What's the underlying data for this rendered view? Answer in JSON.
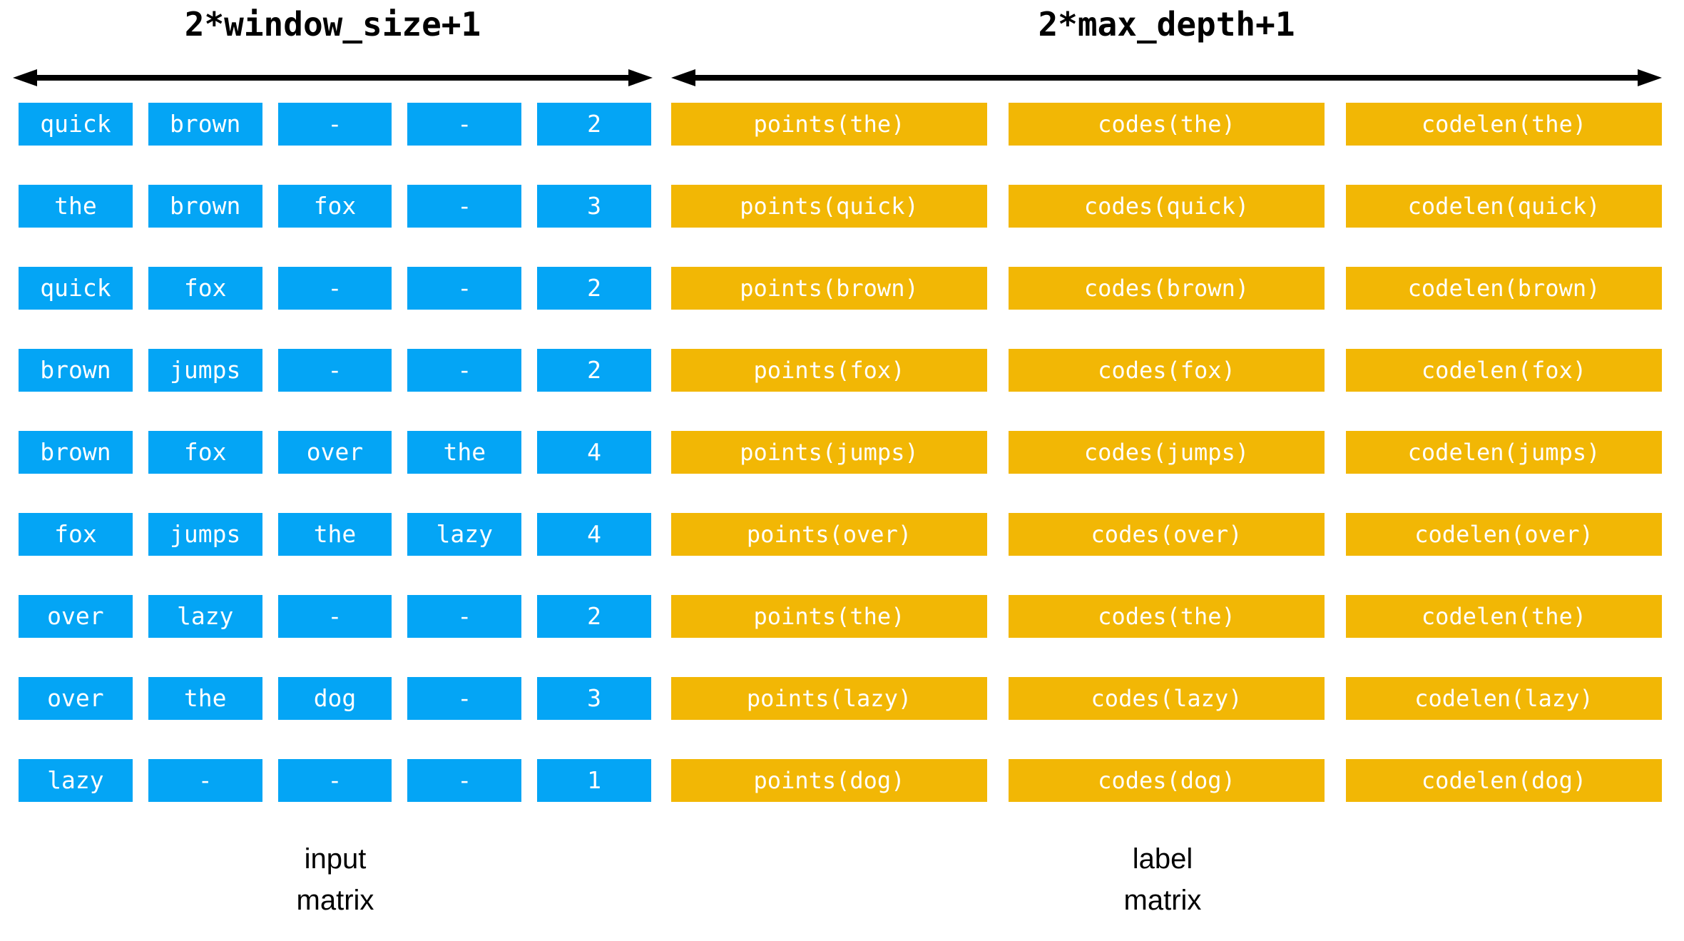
{
  "headers": {
    "left": "2*window_size+1",
    "right": "2*max_depth+1"
  },
  "captions": {
    "input_line1": "input",
    "input_line2": "matrix",
    "label_line1": "label",
    "label_line2": "matrix"
  },
  "colors": {
    "input_cell": "#04A5F5",
    "label_cell": "#F2B705",
    "text_on_cell": "#FFFFFF",
    "arrow": "#000000",
    "background": "#FFFFFF"
  },
  "input_matrix": {
    "columns": 5,
    "rows": [
      [
        "quick",
        "brown",
        "-",
        "-",
        "2"
      ],
      [
        "the",
        "brown",
        "fox",
        "-",
        "3"
      ],
      [
        "quick",
        "fox",
        "-",
        "-",
        "2"
      ],
      [
        "brown",
        "jumps",
        "-",
        "-",
        "2"
      ],
      [
        "brown",
        "fox",
        "over",
        "the",
        "4"
      ],
      [
        "fox",
        "jumps",
        "the",
        "lazy",
        "4"
      ],
      [
        "over",
        "lazy",
        "-",
        "-",
        "2"
      ],
      [
        "over",
        "the",
        "dog",
        "-",
        "3"
      ],
      [
        "lazy",
        "-",
        "-",
        "-",
        "1"
      ]
    ]
  },
  "label_matrix": {
    "columns": 3,
    "rows": [
      [
        "points(the)",
        "codes(the)",
        "codelen(the)"
      ],
      [
        "points(quick)",
        "codes(quick)",
        "codelen(quick)"
      ],
      [
        "points(brown)",
        "codes(brown)",
        "codelen(brown)"
      ],
      [
        "points(fox)",
        "codes(fox)",
        "codelen(fox)"
      ],
      [
        "points(jumps)",
        "codes(jumps)",
        "codelen(jumps)"
      ],
      [
        "points(over)",
        "codes(over)",
        "codelen(over)"
      ],
      [
        "points(the)",
        "codes(the)",
        "codelen(the)"
      ],
      [
        "points(lazy)",
        "codes(lazy)",
        "codelen(lazy)"
      ],
      [
        "points(dog)",
        "codes(dog)",
        "codelen(dog)"
      ]
    ]
  }
}
